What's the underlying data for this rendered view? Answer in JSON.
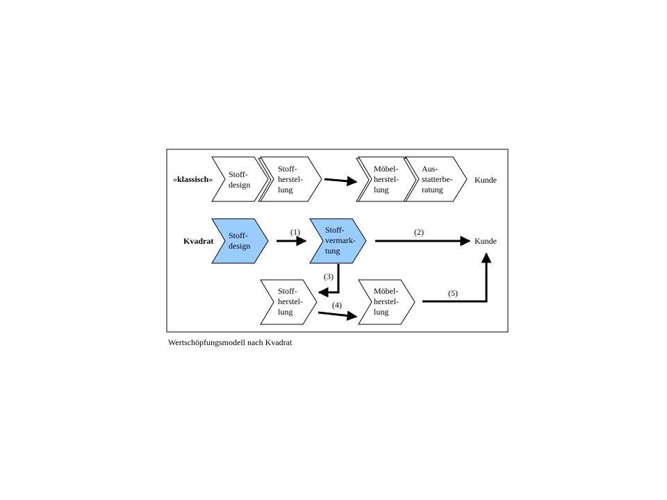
{
  "rows": {
    "classic_label_prefix": "»",
    "classic_label_word": "klassisch",
    "classic_label_suffix": "«",
    "kvadrat_label": "Kvadrat"
  },
  "steps": {
    "classic_design": "Stoff-\ndesign",
    "classic_fabric_production": "Stoff-\nherstel-\nlung",
    "classic_furniture_production": "Möbel-\nherstel-\nlung",
    "classic_outfitter_consulting": "Aus-\nstatterbe-\nratung",
    "kvadrat_design": "Stoff-\ndesign",
    "kvadrat_marketing": "Stoff-\nvermark-\ntung",
    "kvadrat_fabric_production": "Stoff-\nherstel-\nlung",
    "kvadrat_furniture_production": "Möbel-\nherstel-\nlung"
  },
  "customers": {
    "classic": "Kunde",
    "kvadrat": "Kunde"
  },
  "flows": [
    "(1)",
    "(2)",
    "(3)",
    "(4)",
    "(5)"
  ],
  "caption": "Wertschöpfungsmodell nach Kvadrat",
  "colors": {
    "highlight_fill": "#99ccff",
    "default_fill": "#ffffff",
    "stroke": "#000000"
  }
}
